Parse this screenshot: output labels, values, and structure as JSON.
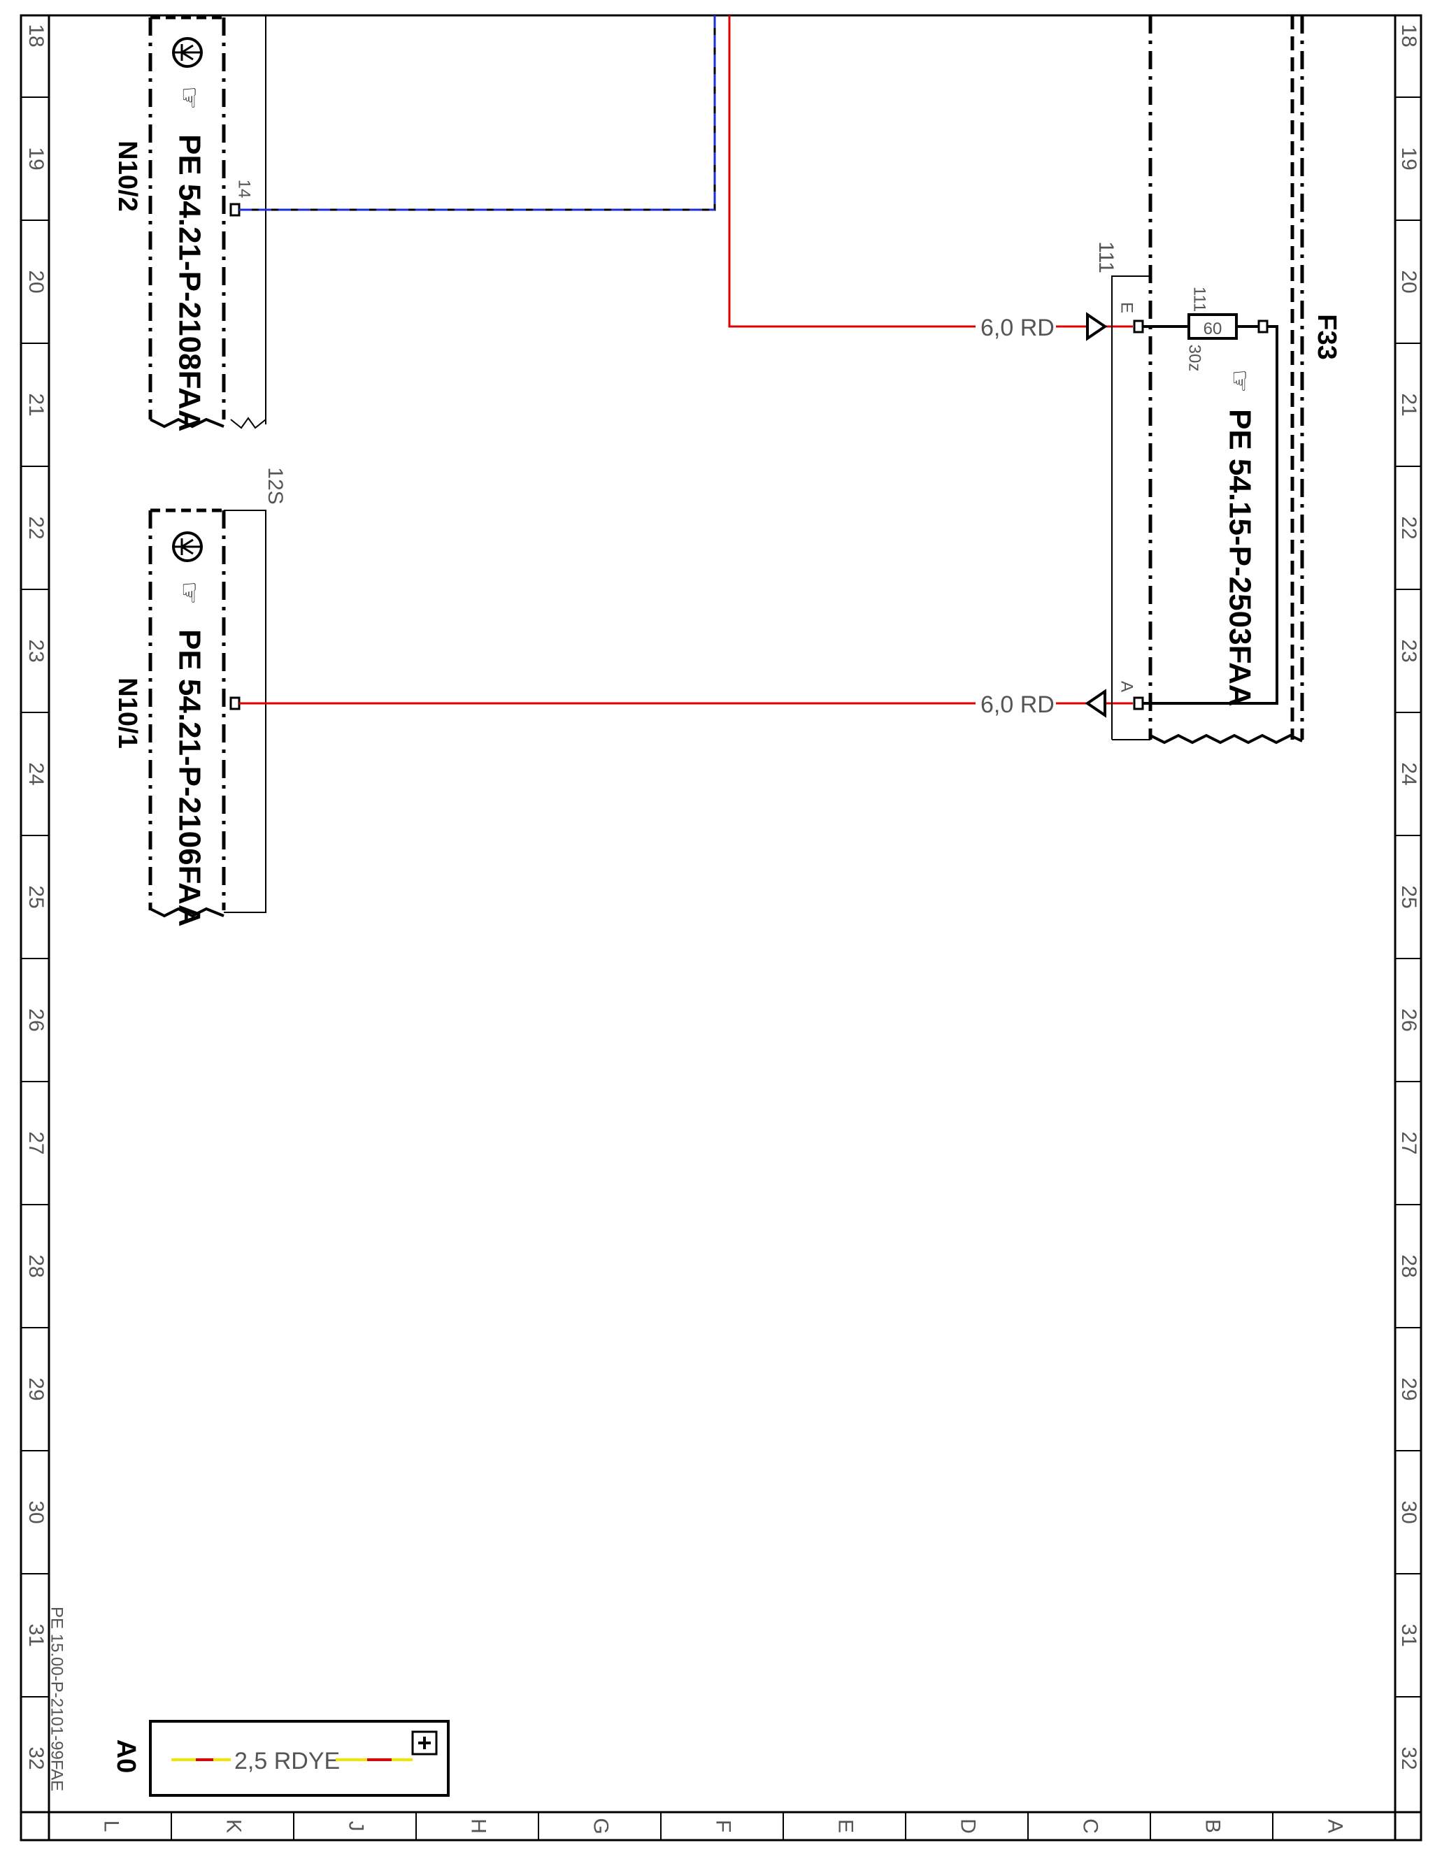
{
  "frame": {
    "row_numbers": [
      "18",
      "19",
      "20",
      "21",
      "22",
      "23",
      "24",
      "25",
      "26",
      "27",
      "28",
      "29",
      "30",
      "31",
      "32"
    ],
    "column_letters": [
      "L",
      "K",
      "J",
      "H",
      "G",
      "F",
      "E",
      "D",
      "C",
      "B",
      "A"
    ]
  },
  "components": {
    "n10_2": {
      "designator": "N10/2",
      "reference": "PE 54.21-P-2108FAA",
      "pin": "14"
    },
    "n10_1": {
      "designator": "N10/1",
      "reference": "PE 54.21-P-2106FAA",
      "pin": "12S"
    },
    "f33": {
      "designator": "F33",
      "reference": "PE 54.15-P-2503FAA",
      "connector": "111",
      "pin_e": "E",
      "pin_a": "A",
      "fuse_value": "60",
      "fuse_number": "111",
      "fuse_position": "30z"
    }
  },
  "wires": {
    "upper_label": "6,0 RD",
    "lower_label": "6,0 RD",
    "red": "#e00000",
    "blue": "#1a2fd6"
  },
  "legend": {
    "zone": "A0",
    "wire_label": "2,5 RDYE",
    "info_icon": "info-icon",
    "colors": {
      "red": "#e00000",
      "yellow": "#f2e600"
    }
  },
  "document_ref": "PE 15.00-P-2101-99FAE"
}
